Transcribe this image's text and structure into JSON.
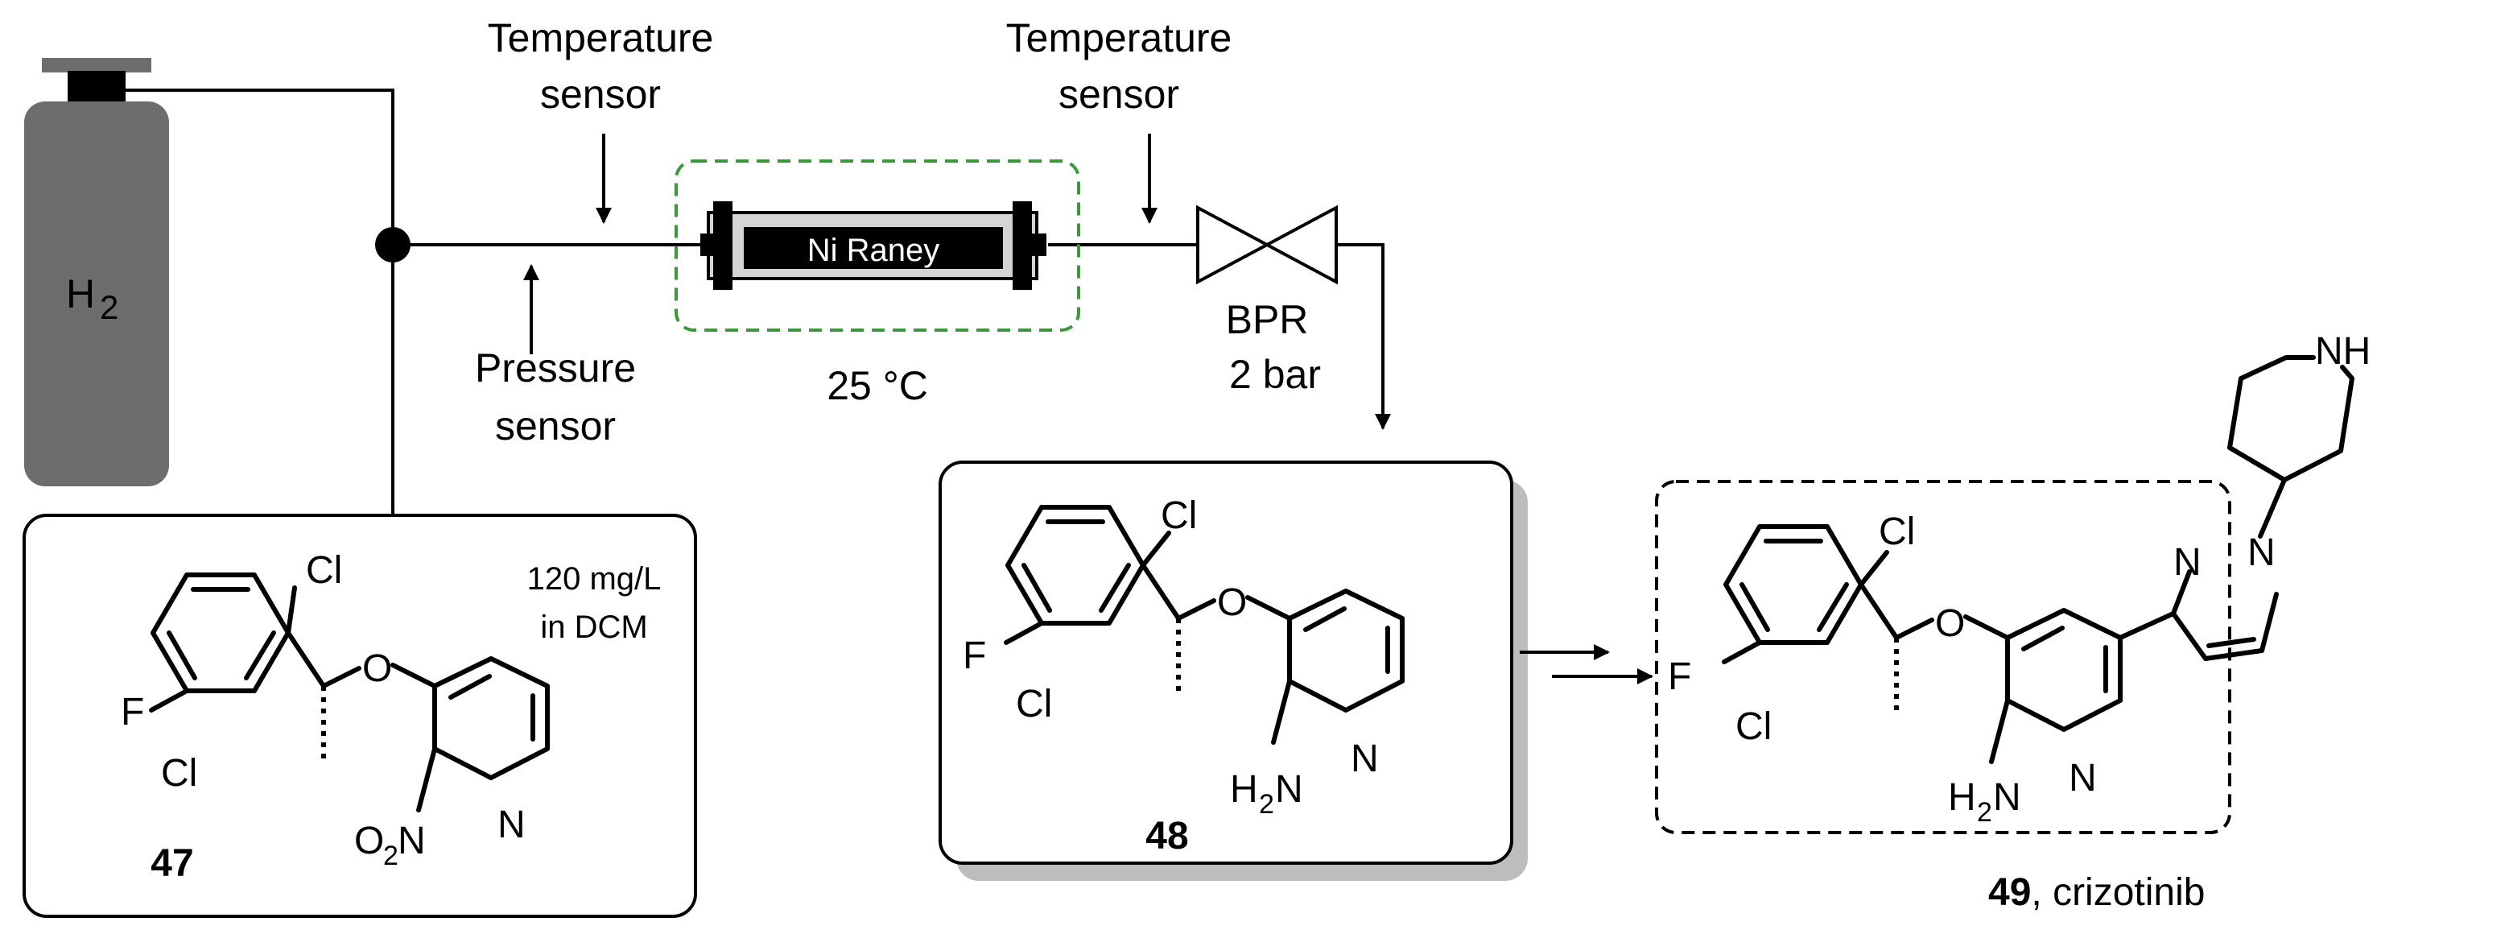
{
  "cylinder": {
    "label": "H",
    "subscript": "2",
    "color": "#6d6d6d"
  },
  "sensors": {
    "temperature_1": [
      "Temperature",
      "sensor"
    ],
    "temperature_2": [
      "Temperature",
      "sensor"
    ],
    "pressure": [
      "Pressure",
      "sensor"
    ]
  },
  "reactor": {
    "label": "Ni Raney",
    "temperature": "25 °C",
    "bath_color": "#3a9a3a"
  },
  "bpr": {
    "line1": "BPR",
    "line2": "2 bar"
  },
  "compound_47": {
    "number": "47",
    "concentration": [
      "120 mg/L",
      "in DCM"
    ],
    "atoms": {
      "cl_top": "Cl",
      "cl_bottom": "Cl",
      "f": "F",
      "o": "O",
      "n": "N",
      "nitro_o": "O",
      "nitro_sub": "2",
      "nitro_n": "N"
    }
  },
  "compound_48": {
    "number": "48",
    "atoms": {
      "cl_top": "Cl",
      "cl_bottom": "Cl",
      "f": "F",
      "o": "O",
      "n": "N",
      "amine_h": "H",
      "amine_sub": "2",
      "amine_n": "N"
    }
  },
  "compound_49": {
    "number": "49",
    "name": ", crizotinib",
    "atoms": {
      "cl_top": "Cl",
      "cl_bottom": "Cl",
      "f": "F",
      "o": "O",
      "n": "N",
      "amine_h": "H",
      "amine_sub": "2",
      "amine_n": "N",
      "pyrazole_n1": "N",
      "pyrazole_n2": "N",
      "nh": "NH"
    }
  }
}
